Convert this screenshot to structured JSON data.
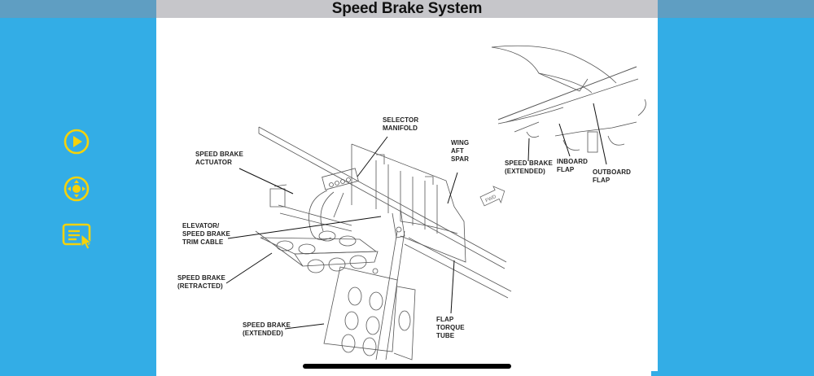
{
  "header": {
    "title": "Speed Brake System"
  },
  "sidebar": {
    "buttons": [
      {
        "name": "play",
        "icon": "play-circle-icon"
      },
      {
        "name": "navigate",
        "icon": "dpad-circle-icon"
      },
      {
        "name": "interact",
        "icon": "text-cursor-select-icon"
      }
    ],
    "icon_color": "#f5d20a"
  },
  "diagram": {
    "labels": {
      "selector_manifold": "SELECTOR\nMANIFOLD",
      "speed_brake_actuator": "SPEED BRAKE\nACTUATOR",
      "wing_aft_spar": "WING\nAFT\nSPAR",
      "elevator_trim_cable": "ELEVATOR/\nSPEED BRAKE\nTRIM CABLE",
      "speed_brake_retracted": "SPEED BRAKE\n(RETRACTED)",
      "speed_brake_extended": "SPEED BRAKE\n(EXTENDED)",
      "flap_torque_tube": "FLAP\nTORQUE\nTUBE",
      "inset_speed_brake_extended": "SPEED BRAKE\n(EXTENDED)",
      "inboard_flap": "INBOARD\nFLAP",
      "outboard_flap": "OUTBOARD\nFLAP",
      "fwd_arrow": "FWD"
    }
  },
  "colors": {
    "background": "#33ade6",
    "topbar_side": "#5f9ec2",
    "titlebar": "#c6c6ca",
    "content": "#ffffff"
  }
}
